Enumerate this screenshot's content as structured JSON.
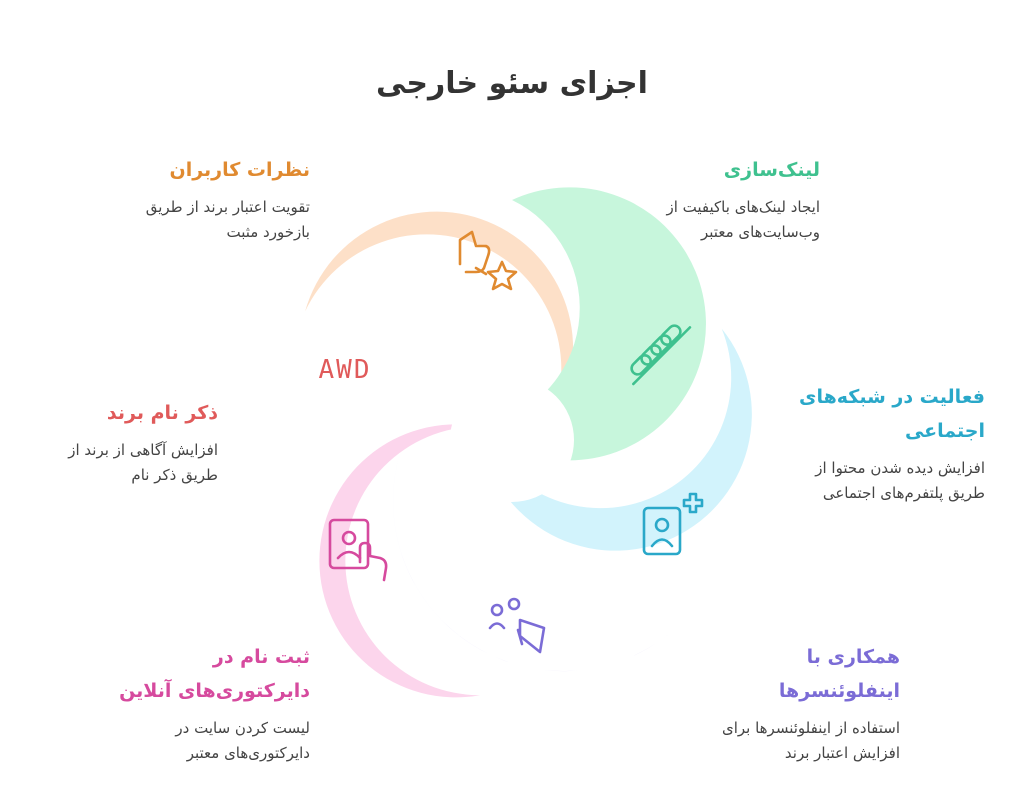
{
  "title": "اجزای سئو خارجی",
  "colors": {
    "teal": "#3fc18f",
    "blue": "#2aa8c9",
    "purple": "#7b6cd6",
    "pink": "#d64a9e",
    "red": "#e05a5a",
    "orange": "#e08a30"
  },
  "segments": [
    {
      "key": "linkbuilding",
      "icon": "chain-links-icon",
      "title": "لینک‌سازی",
      "description_line1": "ایجاد لینک‌های باکیفیت از",
      "description_line2": "وب‌سایت‌های معتبر"
    },
    {
      "key": "social",
      "icon": "user-add-icon",
      "title_line1": "فعالیت در شبکه‌های",
      "title_line2": "اجتماعی",
      "description_line1": "افزایش دیده شدن محتوا از",
      "description_line2": "طریق پلتفرم‌های اجتماعی"
    },
    {
      "key": "influencer",
      "icon": "megaphone-people-icon",
      "title_line1": "همکاری با",
      "title_line2": "اینفلوئنسرها",
      "description_line1": "استفاده از اینفلوئنسرها برای",
      "description_line2": "افزایش اعتبار برند"
    },
    {
      "key": "directories",
      "icon": "profile-card-hand-icon",
      "title_line1": "ثبت نام در",
      "title_line2": "دایرکتوری‌های آنلاین",
      "description_line1": "لیست کردن سایت در",
      "description_line2": "دایرکتوری‌های معتبر"
    },
    {
      "key": "brand",
      "icon": "brand-wordmark-icon",
      "wordmark": "AWD",
      "title": "ذکر نام برند",
      "description_line1": "افزایش آگاهی از برند از",
      "description_line2": "طریق ذکر نام"
    },
    {
      "key": "reviews",
      "icon": "thumb-star-icon",
      "title": "نظرات کاربران",
      "description_line1": "تقویت اعتبار برند از طریق",
      "description_line2": "بازخورد مثبت"
    }
  ]
}
